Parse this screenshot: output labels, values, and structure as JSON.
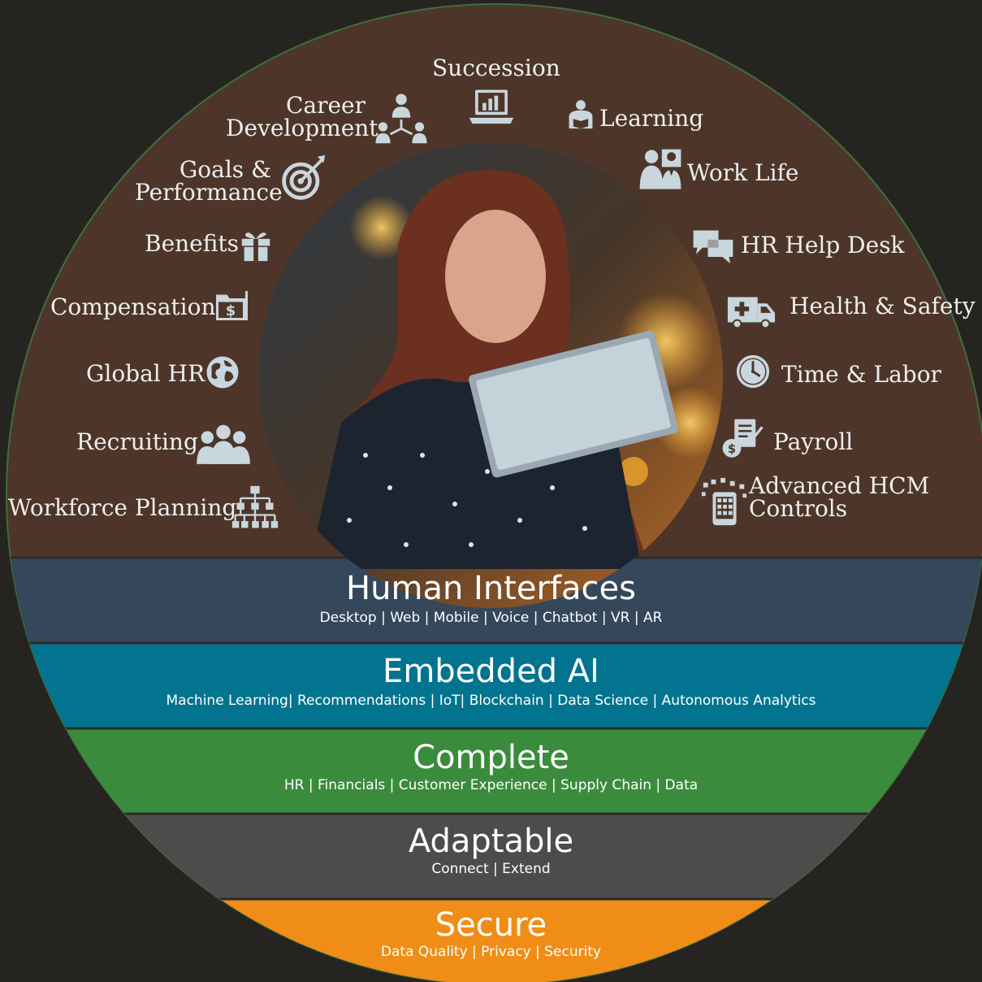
{
  "modules_left": [
    {
      "id": "career",
      "lines": [
        "Career",
        "Development"
      ],
      "icon": "org-people-icon"
    },
    {
      "id": "goals",
      "lines": [
        "Goals &",
        "Performance"
      ],
      "icon": "target-icon"
    },
    {
      "id": "benefits",
      "lines": [
        "Benefits"
      ],
      "icon": "gift-icon"
    },
    {
      "id": "compensation",
      "lines": [
        "Compensation"
      ],
      "icon": "dollar-folder-icon"
    },
    {
      "id": "global-hr",
      "lines": [
        "Global HR"
      ],
      "icon": "globe-icon"
    },
    {
      "id": "recruiting",
      "lines": [
        "Recruiting"
      ],
      "icon": "group-icon"
    },
    {
      "id": "workforce",
      "lines": [
        "Workforce Planning"
      ],
      "icon": "hierarchy-icon"
    }
  ],
  "modules_top": [
    {
      "id": "succession",
      "lines": [
        "Succession"
      ],
      "icon": "laptop-chart-icon"
    }
  ],
  "modules_right": [
    {
      "id": "learning",
      "lines": [
        "Learning"
      ],
      "icon": "reader-icon"
    },
    {
      "id": "work-life",
      "lines": [
        "Work Life"
      ],
      "icon": "two-people-icon"
    },
    {
      "id": "help-desk",
      "lines": [
        "HR Help Desk"
      ],
      "icon": "chat-bubbles-icon"
    },
    {
      "id": "health",
      "lines": [
        "Health & Safety"
      ],
      "icon": "ambulance-icon"
    },
    {
      "id": "time",
      "lines": [
        "Time & Labor"
      ],
      "icon": "clock-icon"
    },
    {
      "id": "payroll",
      "lines": [
        "Payroll"
      ],
      "icon": "pay-document-icon"
    },
    {
      "id": "controls",
      "lines": [
        "Advanced HCM",
        "Controls"
      ],
      "icon": "phone-grid-icon"
    }
  ],
  "bands": [
    {
      "id": "human-interfaces",
      "title": "Human Interfaces",
      "subtitle": "Desktop | Web | Mobile | Voice | Chatbot | VR | AR",
      "color": "#35475a"
    },
    {
      "id": "embedded-ai",
      "title": "Embedded AI",
      "subtitle": "Machine Learning| Recommendations | IoT| Blockchain | Data Science | Autonomous Analytics",
      "color": "#03748f"
    },
    {
      "id": "complete",
      "title": "Complete",
      "subtitle": "HR  | Financials | Customer Experience | Supply Chain | Data",
      "color": "#3a8c3c"
    },
    {
      "id": "adaptable",
      "title": "Adaptable",
      "subtitle": "Connect | Extend",
      "color": "#4c4c4c"
    },
    {
      "id": "secure",
      "title": "Secure",
      "subtitle": "Data Quality  | Privacy | Security",
      "color": "#ef8d17"
    }
  ],
  "colors": {
    "background": "#262420",
    "circle": "#4d3629",
    "icon": "#c9d6de",
    "text": "#eeeeee"
  }
}
